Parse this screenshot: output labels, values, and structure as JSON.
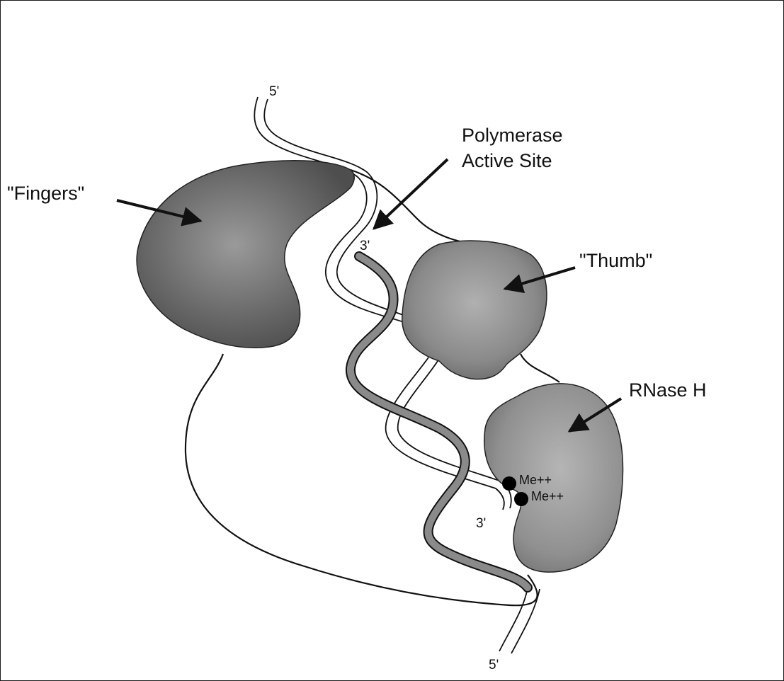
{
  "labels": {
    "five_prime_top": "5'",
    "polymerase_line1": "Polymerase",
    "polymerase_line2": "Active Site",
    "fingers": "\"Fingers\"",
    "thumb": "\"Thumb\"",
    "three_prime_primer": "3'",
    "rnase_h": "RNase H",
    "metal_ion_1": "Me++",
    "metal_ion_2": "Me++",
    "three_prime_template": "3'",
    "five_prime_bottom": "5'"
  },
  "colors": {
    "domain_fill": "#6f6f6f",
    "domain_fill_light": "#8d8d8d",
    "primer_strand": "#8a8a8a",
    "outline": "#111111",
    "metal_ion": "#000000"
  }
}
